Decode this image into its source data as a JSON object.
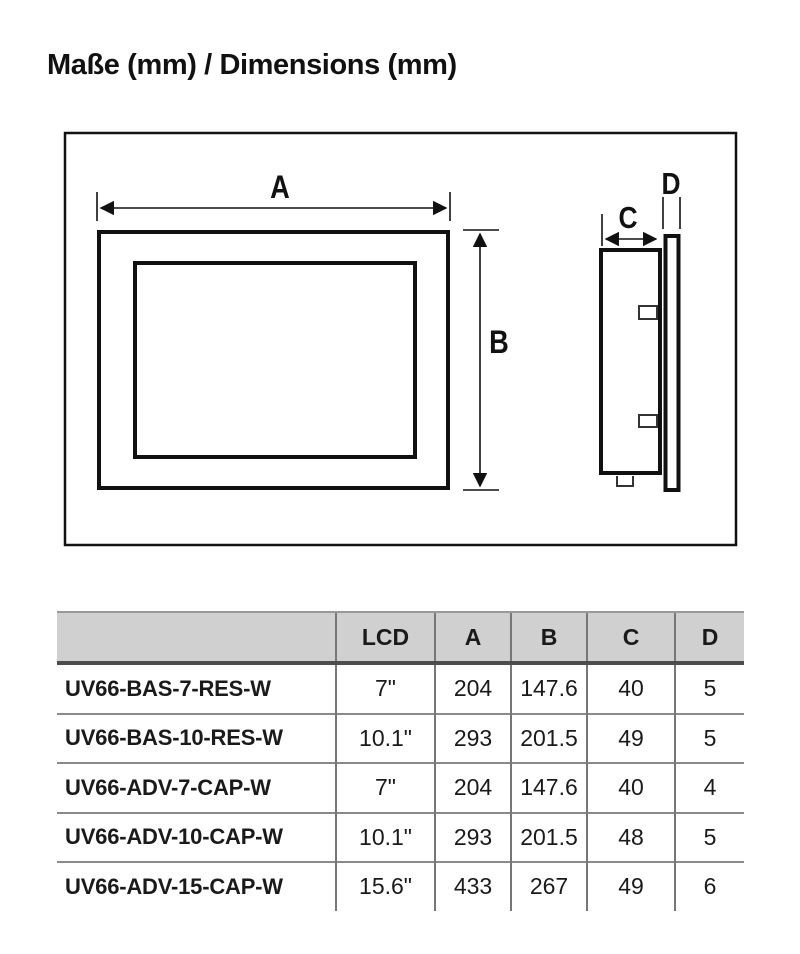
{
  "title": "Maße (mm) / Dimensions (mm)",
  "diagram": {
    "labels": {
      "a": "A",
      "b": "B",
      "c": "C",
      "d": "D"
    }
  },
  "table": {
    "headers": [
      "",
      "LCD",
      "A",
      "B",
      "C",
      "D"
    ],
    "rows": [
      [
        "UV66-BAS-7-RES-W",
        "7\"",
        "204",
        "147.6",
        "40",
        "5"
      ],
      [
        "UV66-BAS-10-RES-W",
        "10.1\"",
        "293",
        "201.5",
        "49",
        "5"
      ],
      [
        "UV66-ADV-7-CAP-W",
        "7\"",
        "204",
        "147.6",
        "40",
        "4"
      ],
      [
        "UV66-ADV-10-CAP-W",
        "10.1\"",
        "293",
        "201.5",
        "48",
        "5"
      ],
      [
        "UV66-ADV-15-CAP-W",
        "15.6\"",
        "433",
        "267",
        "49",
        "6"
      ]
    ]
  }
}
